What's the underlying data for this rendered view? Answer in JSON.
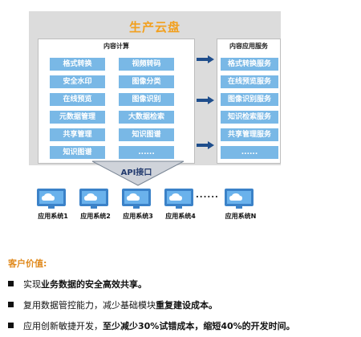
{
  "title": "生产云盘",
  "left_panel": {
    "title": "内容计算",
    "items": [
      "格式转换",
      "视频转码",
      "安全水印",
      "图像分类",
      "在线预览",
      "图像识别",
      "元数据管理",
      "大数据检索",
      "共享管理",
      "知识图谱",
      "知识图谱",
      "......"
    ]
  },
  "right_panel": {
    "title": "内容应用服务",
    "items": [
      "格式转换服务",
      "在线预览服务",
      "图像识别服务",
      "知识检索服务",
      "共享管理服务",
      "......"
    ]
  },
  "api_label": "API接口",
  "apps": [
    "应用系统1",
    "应用系统2",
    "应用系统3",
    "应用系统4",
    "应用系统N"
  ],
  "apps_ellipsis": "......",
  "value": {
    "title": "客户价值:",
    "bullets": [
      {
        "pre": "实现",
        "bold": "业务数据的安全高效共享。",
        "post": ""
      },
      {
        "pre": "复用数据管控能力，减少基础模块",
        "bold": "重复建设成本。",
        "post": ""
      },
      {
        "pre": "应用创新敏捷开发，",
        "bold": "至少减少30%试错成本，缩短40%的开发时间。",
        "post": ""
      }
    ]
  },
  "colors": {
    "title": "#f2a01e",
    "box": "#79b8e6",
    "arrow": "#1f4e8c",
    "value_title": "#e08a1e"
  }
}
